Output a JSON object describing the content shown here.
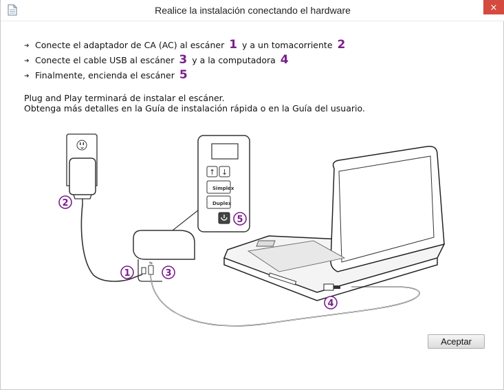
{
  "window": {
    "title": "Realice la instalación conectando el hardware",
    "close_label": "×"
  },
  "steps": [
    {
      "text_a": "Conecte el adaptador de CA (AC) al escáner",
      "num_a": "1",
      "text_b": "y a un tomacorriente",
      "num_b": "2"
    },
    {
      "text_a": "Conecte el cable USB al escáner",
      "num_a": "3",
      "text_b": "y a la computadora",
      "num_b": "4"
    },
    {
      "text_a": "Finalmente, encienda el escáner",
      "num_a": "5"
    }
  ],
  "info": {
    "line1": "Plug and Play terminará de instalar el escáner.",
    "line2": "Obtenga más detalles en la Guía de instalación rápida o en la Guía del usuario."
  },
  "illustration": {
    "callouts": [
      "1",
      "2",
      "3",
      "4",
      "5"
    ],
    "panel_buttons": {
      "simplex": "Simplex",
      "duplex": "Duplex"
    },
    "callout_color": "#7a1f8c"
  },
  "buttons": {
    "accept": "Aceptar"
  }
}
